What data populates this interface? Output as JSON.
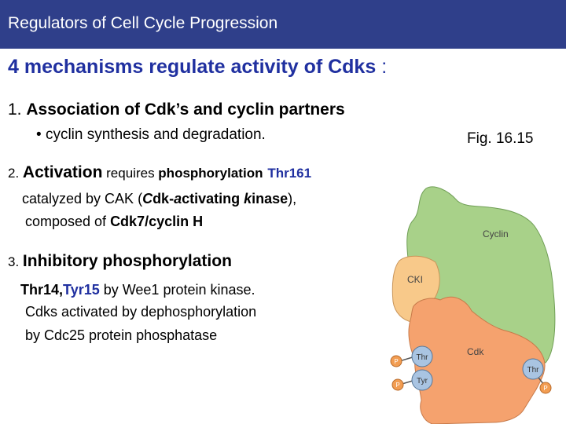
{
  "header": {
    "title": "Regulators of Cell Cycle Progression"
  },
  "heading": {
    "text": "4 mechanisms regulate activity of Cdks",
    "colon": " :"
  },
  "item1": {
    "number": "1. ",
    "title": "Association of Cdk’s and cyclin partners",
    "bullet": "•",
    "bullet_text": "cyclin synthesis and degradation."
  },
  "figure_ref": "Fig. 16.15",
  "item2": {
    "number": "2. ",
    "title": "Activation",
    "requires": " requires ",
    "phos": "phosphorylation",
    "site": "Thr161",
    "line2_a": "catalyzed by CAK (",
    "cak_c": "C",
    "cak_dk": "dk-",
    "cak_a": "a",
    "cak_ctivating": "ctivating ",
    "cak_k": "k",
    "cak_inase": "inase",
    "line2_b": "),",
    "line3_a": "composed of ",
    "line3_b": "Cdk7/cyclin H"
  },
  "item3": {
    "number": "3. ",
    "title": "Inhibitory phosphorylation",
    "sites_a": "Thr14,",
    "sites_b": "Tyr15",
    "sites_rest": " by Wee1 protein kinase.",
    "line2": "Cdks activated by dephosphorylation",
    "line3": "by Cdc25 protein phosphatase"
  },
  "diagram": {
    "cyclin_label": "Cyclin",
    "cki_label": "CKI",
    "cdk_label": "Cdk",
    "thr_label": "Thr",
    "tyr_label": "Tyr",
    "thr_right_label": "Thr",
    "p_label": "P",
    "colors": {
      "cyclin": "#a8d189",
      "cki": "#f8c98a",
      "cdk": "#f5a26e",
      "site": "#a9c4e2",
      "phosphate": "#f29d52"
    }
  }
}
